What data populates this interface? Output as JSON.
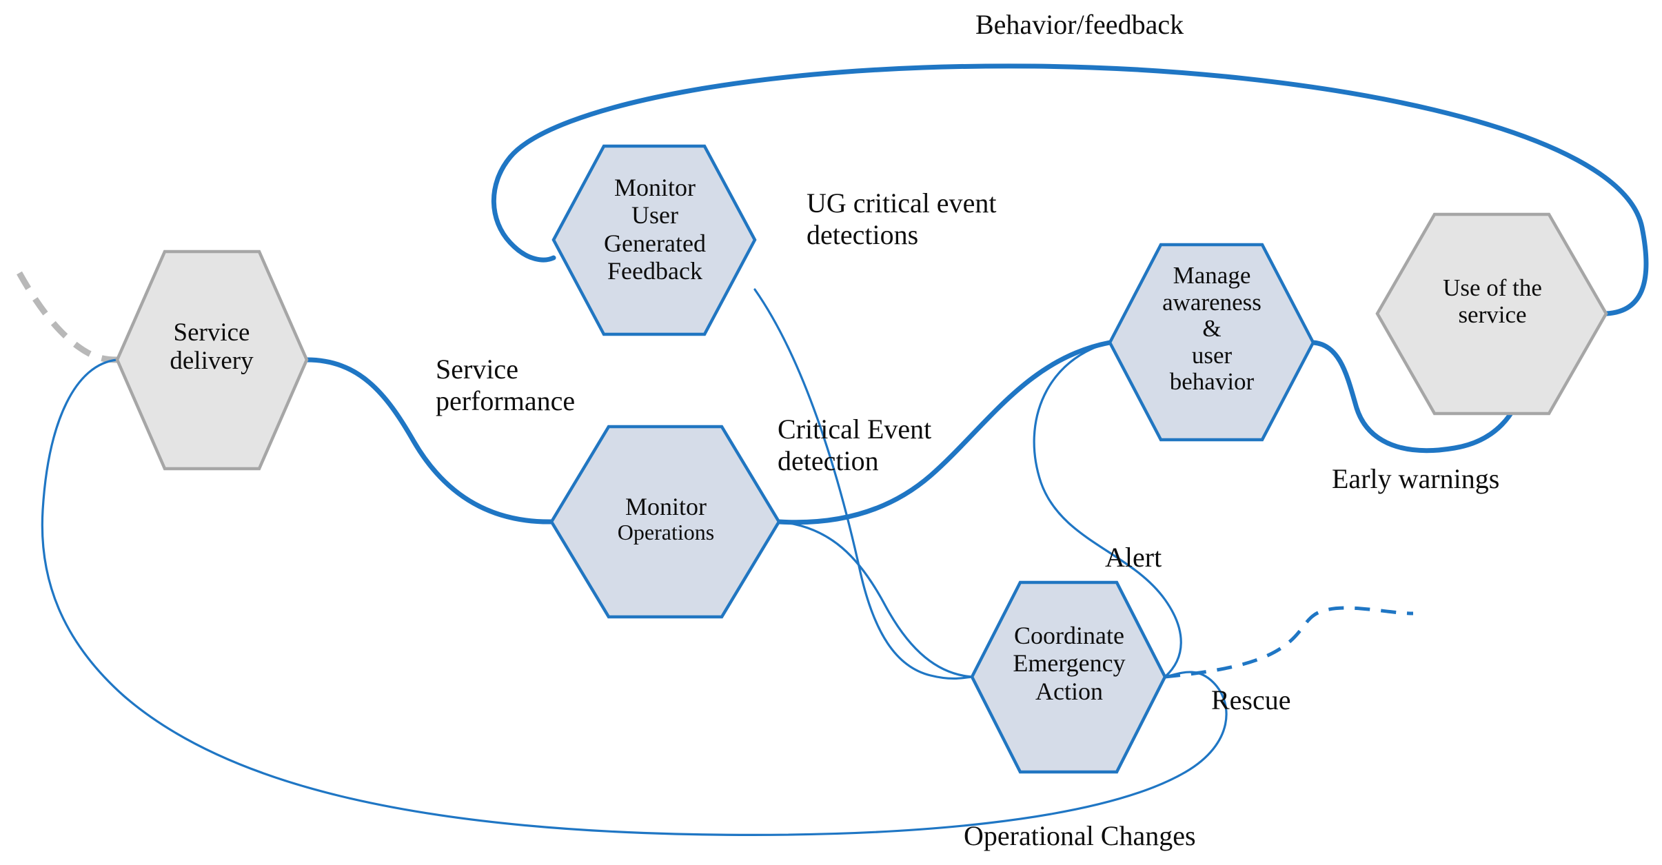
{
  "diagram": {
    "title": "Service monitoring and emergency coordination flow",
    "colors": {
      "flow_blue": "#1f76c4",
      "hex_blue_fill": "#d5dce8",
      "hex_blue_stroke": "#2176c1",
      "hex_gray_fill": "#e4e4e4",
      "hex_gray_stroke": "#a6a6a6",
      "text": "#0d0d0d",
      "background": "#ffffff"
    },
    "nodes": [
      {
        "id": "service-delivery",
        "lines": [
          "Service",
          "delivery"
        ],
        "style": "gray"
      },
      {
        "id": "monitor-user-generated-feedback",
        "lines": [
          "Monitor",
          "User",
          "Generated",
          "Feedback"
        ],
        "style": "blue"
      },
      {
        "id": "monitor-operations",
        "lines": [
          "Monitor",
          "Operations"
        ],
        "style": "blue"
      },
      {
        "id": "manage-awareness-user-behavior",
        "lines": [
          "Manage",
          "awareness",
          "&",
          "user",
          "behavior"
        ],
        "style": "blue"
      },
      {
        "id": "use-of-the-service",
        "lines": [
          "Use of the",
          "service"
        ],
        "style": "gray"
      },
      {
        "id": "coordinate-emergency-action",
        "lines": [
          "Coordinate",
          "Emergency",
          "Action"
        ],
        "style": "blue"
      }
    ],
    "edge_labels": [
      {
        "id": "behavior-feedback",
        "lines": [
          "Behavior/feedback"
        ]
      },
      {
        "id": "ug-critical-event-detections",
        "lines": [
          "UG critical event",
          "detections"
        ]
      },
      {
        "id": "service-performance",
        "lines": [
          "Service",
          "performance"
        ]
      },
      {
        "id": "critical-event-detection",
        "lines": [
          "Critical Event",
          "detection"
        ]
      },
      {
        "id": "early-warnings",
        "lines": [
          "Early warnings"
        ]
      },
      {
        "id": "alert",
        "lines": [
          "Alert"
        ]
      },
      {
        "id": "rescue",
        "lines": [
          "Rescue"
        ]
      },
      {
        "id": "operational-changes",
        "lines": [
          "Operational Changes"
        ]
      }
    ]
  }
}
